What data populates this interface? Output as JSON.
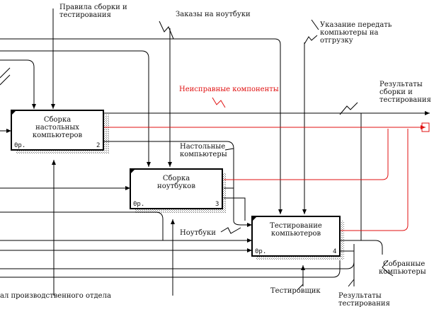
{
  "boxes": [
    {
      "title_lines": [
        "Сборка",
        "настольных",
        "компьютеров"
      ],
      "cost": "0р.",
      "number": "2"
    },
    {
      "title_lines": [
        "Сборка",
        "ноутбуков"
      ],
      "cost": "0р.",
      "number": "3"
    },
    {
      "title_lines": [
        "Тестирование",
        "компьютеров"
      ],
      "cost": "0р.",
      "number": "4"
    }
  ],
  "arrow_labels": {
    "assembly_rules": [
      "Правила сборки и",
      "тестирования"
    ],
    "laptop_orders": "Заказы на ноутбуки",
    "ship_instruction": [
      "Указание передать",
      "компьютеры на",
      "отгрузку"
    ],
    "faulty_components": "Неисправные компоненты",
    "assembly_results": [
      "Результаты",
      "сборки и",
      "тестирования"
    ],
    "desktops": [
      "Настольные",
      "компьютеры"
    ],
    "laptops": "Ноутбуки",
    "assembled_computers": [
      "Собранные",
      "компьютеры"
    ],
    "production_staff": "ал производственного отдела",
    "tester": "Тестировщик",
    "test_results": [
      "Результаты",
      "тестирования"
    ]
  },
  "colors": {
    "line": "#000000",
    "feedback": "#e01010",
    "box_shadow": "#888888"
  }
}
